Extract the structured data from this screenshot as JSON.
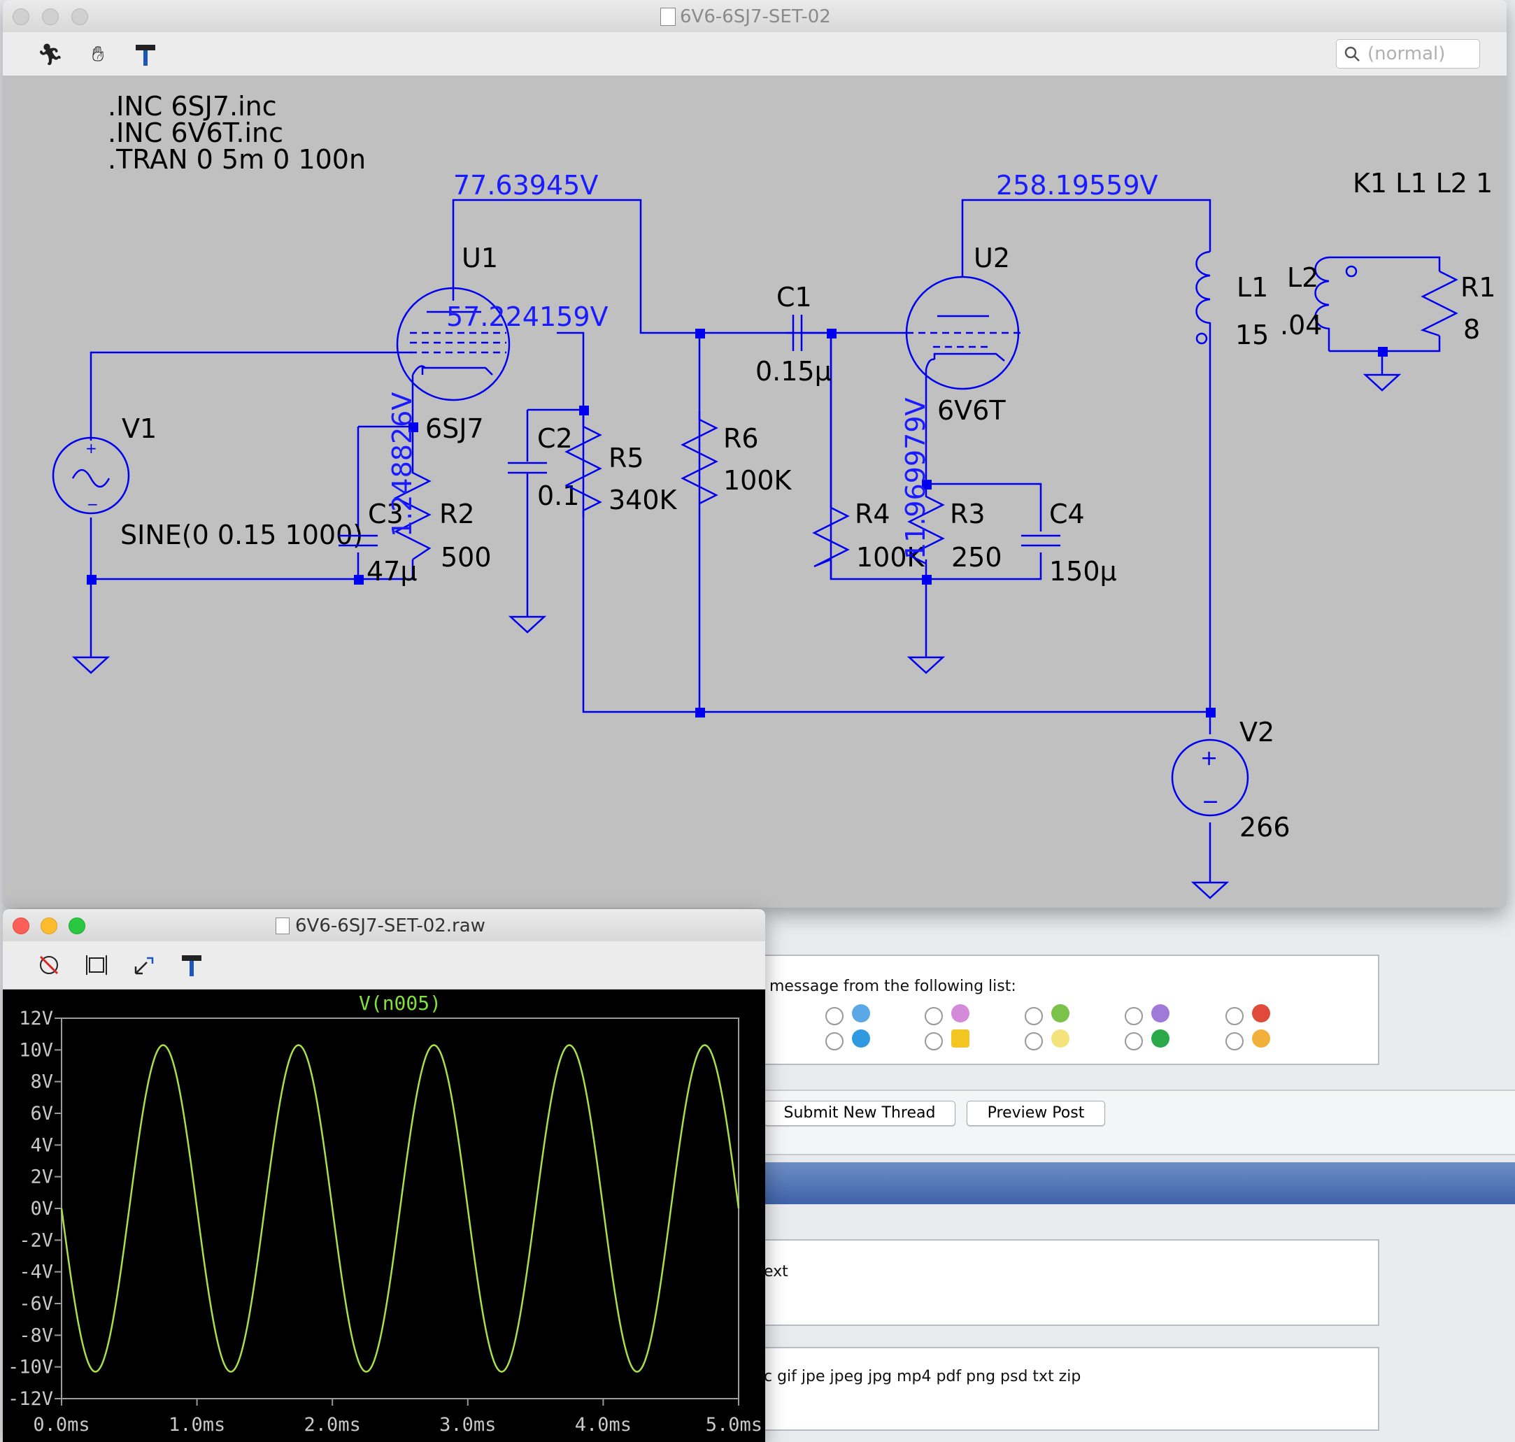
{
  "schematic_window": {
    "title": "6V6-6SJ7-SET-02",
    "search_placeholder": "(normal)",
    "directives": [
      ".INC 6SJ7.inc",
      ".INC 6V6T.inc",
      ".TRAN 0 5m 0 100n"
    ],
    "coupling": "K1 L1 L2 1",
    "node_voltages": {
      "u1_plate": "77.63945V",
      "u1_screen": "57.224159V",
      "u1_cathode": "1.248826V",
      "u2_plate": "258.19559V",
      "u2_cathode": "11.969979V"
    },
    "components": {
      "U1": {
        "name": "U1",
        "value": "6SJ7"
      },
      "U2": {
        "name": "U2",
        "value": "6V6T"
      },
      "V1": {
        "name": "V1",
        "value": "SINE(0 0.15 1000)"
      },
      "V2": {
        "name": "V2",
        "value": "266"
      },
      "C1": {
        "name": "C1",
        "value": "0.15μ"
      },
      "C2": {
        "name": "C2",
        "value": "0.1"
      },
      "C3": {
        "name": "C3",
        "value": "47μ"
      },
      "C4": {
        "name": "C4",
        "value": "150μ"
      },
      "R1": {
        "name": "R1",
        "value": "8"
      },
      "R2": {
        "name": "R2",
        "value": "500"
      },
      "R3": {
        "name": "R3",
        "value": "250"
      },
      "R4": {
        "name": "R4",
        "value": "100K"
      },
      "R5": {
        "name": "R5",
        "value": "340K"
      },
      "R6": {
        "name": "R6",
        "value": "100K"
      },
      "L1": {
        "name": "L1",
        "value": "15"
      },
      "L2": {
        "name": "L2",
        "value": ".04"
      }
    },
    "colors": {
      "wire": "#0000ee",
      "background": "#c0c0c0"
    }
  },
  "plot_window": {
    "title": "6V6-6SJ7-SET-02.raw",
    "trace_name": "V(n005)",
    "colors": {
      "trace": "#a8e04a",
      "trace_label": "#7fe03a",
      "background": "#000000"
    }
  },
  "chart_data": {
    "type": "line",
    "title": "V(n005)",
    "xlabel": "",
    "ylabel": "",
    "x_ticks": [
      "0.0ms",
      "1.0ms",
      "2.0ms",
      "3.0ms",
      "4.0ms",
      "5.0ms"
    ],
    "y_ticks": [
      "12V",
      "10V",
      "8V",
      "6V",
      "4V",
      "2V",
      "0V",
      "-2V",
      "-4V",
      "-6V",
      "-8V",
      "-10V",
      "-12V"
    ],
    "xlim": [
      0,
      5
    ],
    "ylim": [
      -12,
      12
    ],
    "series": [
      {
        "waveform": "sine",
        "amplitude": 10.3,
        "frequency_khz": 1,
        "phase_deg": 180,
        "offset": 0,
        "samples_x": [
          0,
          0.25,
          0.5,
          0.75,
          1.0,
          1.25,
          1.5,
          1.75,
          2.0,
          2.25,
          2.5,
          2.75,
          3.0,
          3.25,
          3.5,
          3.75,
          4.0,
          4.25,
          4.5,
          4.75,
          5.0
        ],
        "samples_y": [
          0,
          -10.3,
          0,
          10.3,
          0,
          -10.3,
          0,
          10.3,
          0,
          -10.3,
          0,
          10.3,
          0,
          -10.3,
          0,
          10.3,
          0,
          -10.3,
          0,
          10.3,
          0
        ]
      }
    ]
  },
  "forum_page": {
    "message_icon_prompt": "message from the following list:",
    "submit_button": "Submit New Thread",
    "preview_button": "Preview Post",
    "text_fragment": "ext",
    "allowed_extensions": "c gif jpe jpeg jpg mp4 pdf png psd txt zip"
  }
}
